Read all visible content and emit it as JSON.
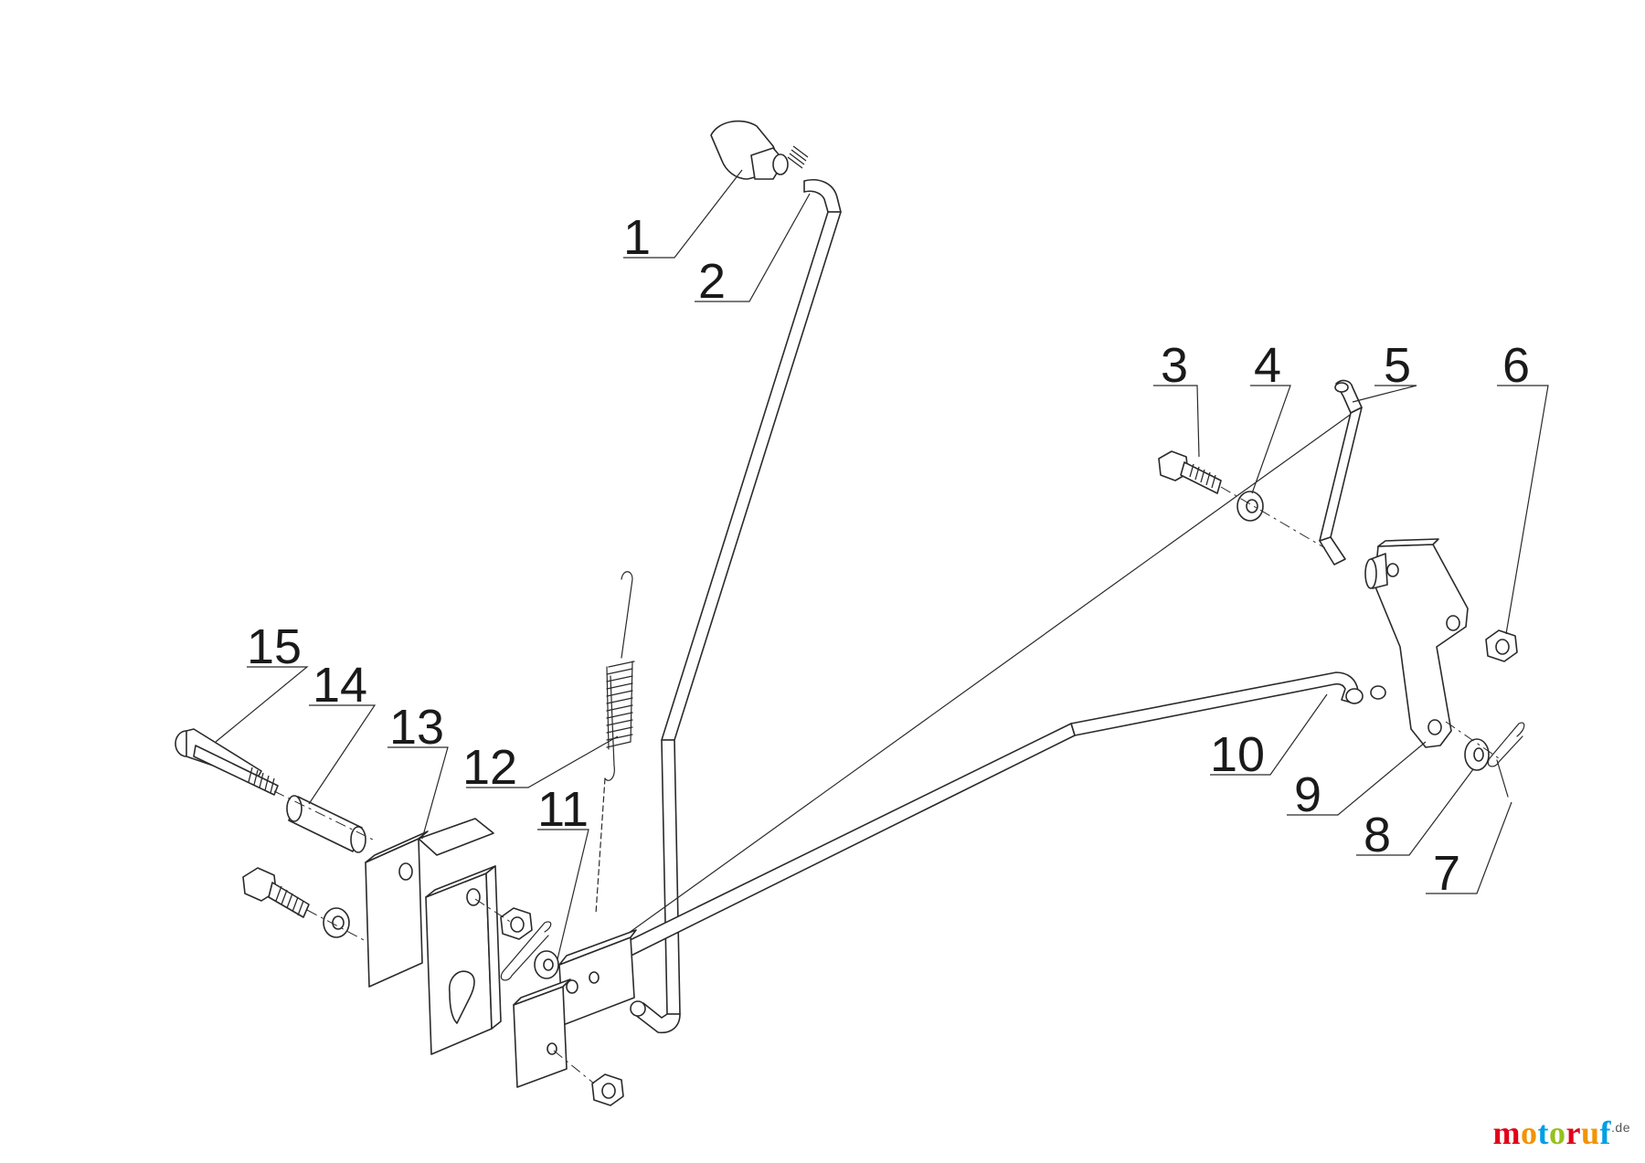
{
  "diagram": {
    "callouts": [
      "1",
      "2",
      "3",
      "4",
      "5",
      "6",
      "7",
      "8",
      "9",
      "10",
      "11",
      "12",
      "13",
      "14",
      "15"
    ]
  },
  "watermark": {
    "letters": [
      "m",
      "o",
      "t",
      "o",
      "r",
      "u",
      "f"
    ],
    "colors": [
      "#e2001a",
      "#f29400",
      "#009fe3",
      "#95c11f",
      "#e2001a",
      "#f29400",
      "#009fe3"
    ],
    "suffix": ".de"
  },
  "icons": [
    "knob-icon",
    "spring-icon",
    "bolt-icon",
    "nut-icon",
    "washer-icon",
    "hairpin-clip-icon",
    "bracket-icon",
    "rod-icon"
  ]
}
